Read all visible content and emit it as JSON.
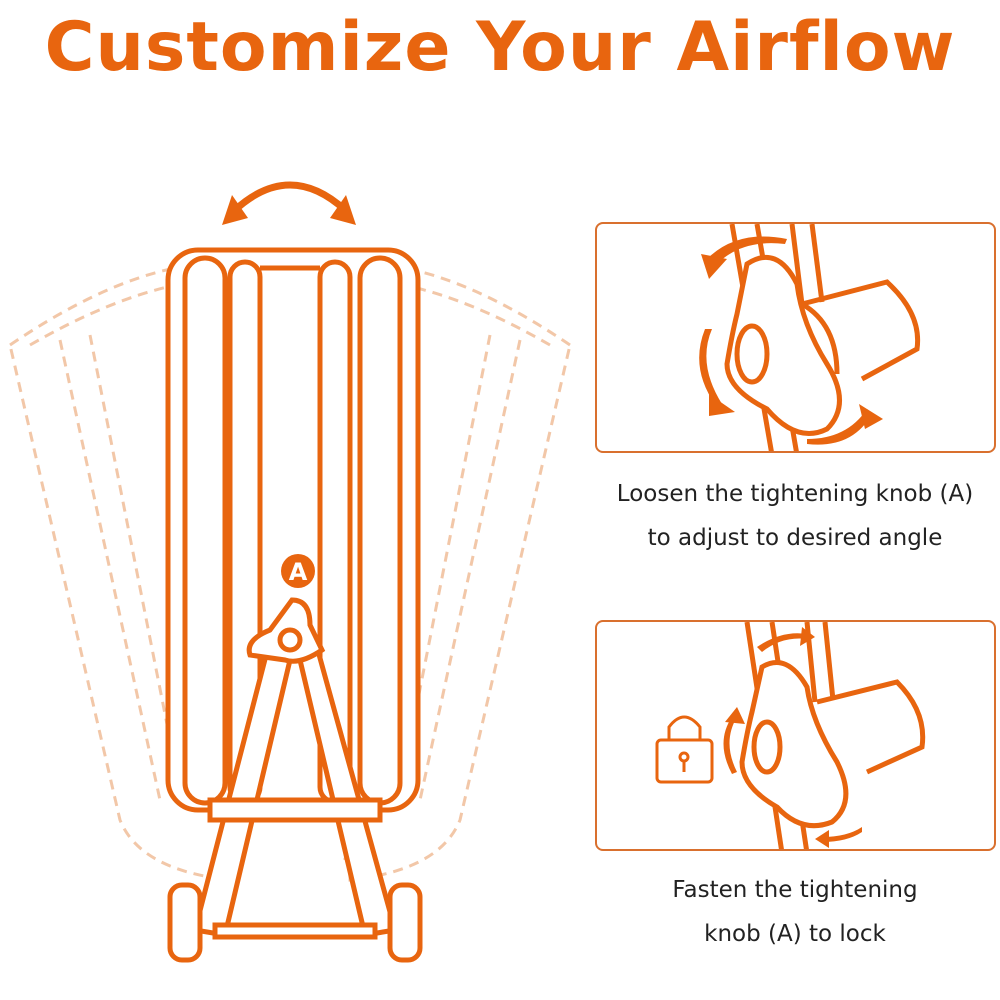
{
  "title": "Customize Your Airflow",
  "fan": {
    "knob_label": "A"
  },
  "steps": [
    {
      "caption_line1": "Loosen the tightening  knob (A)",
      "caption_line2": "to adjust to desired angle"
    },
    {
      "caption_line1": "Fasten the tightening",
      "caption_line2": "knob (A) to lock"
    }
  ],
  "colors": {
    "accent": "#E8650F",
    "ghost": "#F2C7A8",
    "text": "#222222"
  }
}
